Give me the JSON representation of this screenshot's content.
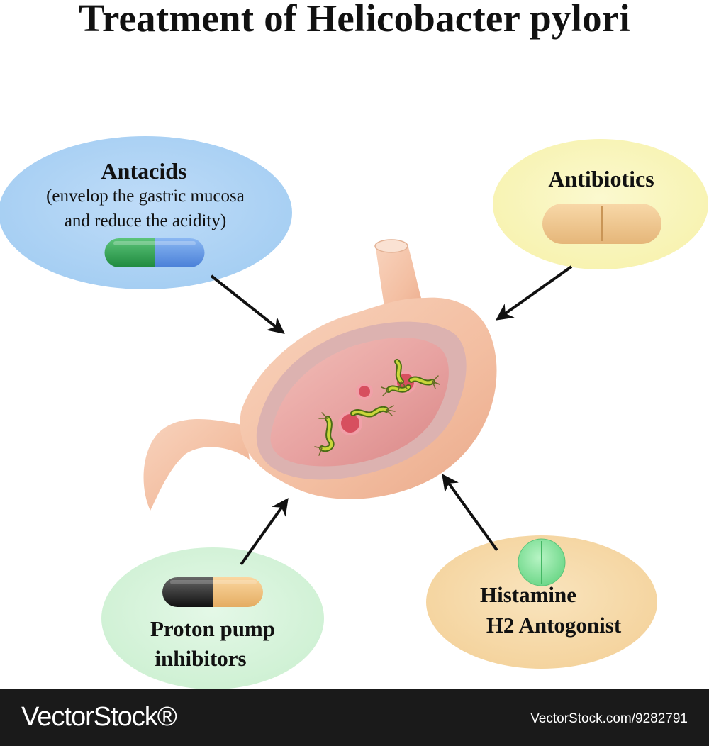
{
  "title": "Treatment of Helicobacter pylori",
  "antacids": {
    "heading": "Antacids",
    "line1": "(envelop the gastric mucosa",
    "line2": "and reduce the acidity)"
  },
  "antibiotics": {
    "heading": "Antibiotics"
  },
  "ppi": {
    "line1": "Proton pump",
    "line2": "inhibitors"
  },
  "h2": {
    "line1": "Histamine",
    "line2": "H2 Antogonist"
  },
  "footer": {
    "brand": "VectorStock®",
    "image_id": "VectorStock.com/9282791"
  },
  "colors": {
    "antacids_bubble": "#abd3f5",
    "antibiotics_bubble": "#f9f6bc",
    "ppi_bubble": "#d9f4dd",
    "h2_bubble": "#f7dcaa",
    "stomach": "#f4c1a4",
    "stomach_lining": "#dfa49a"
  }
}
